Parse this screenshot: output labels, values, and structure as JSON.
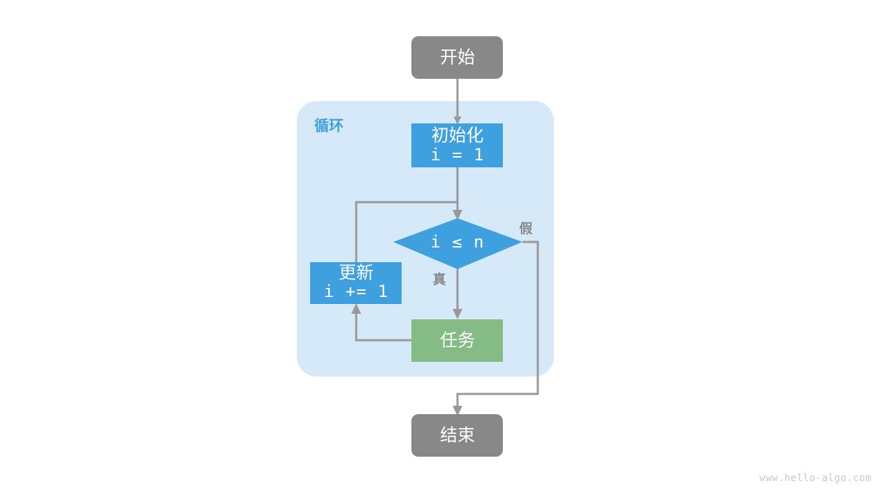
{
  "diagram": {
    "type": "flowchart",
    "title_watermark": "www.hello-algo.com",
    "group": {
      "label": "循环",
      "fill": "#D6E9F8"
    },
    "colors": {
      "terminal": "#888888",
      "process_blue": "#3FA0E0",
      "decision_blue": "#3FA0E0",
      "task_green": "#85BB84",
      "edge": "#999999",
      "group_bg": "#D6E9F8",
      "group_label": "#3FA0E0",
      "edge_label": "#888888",
      "watermark": "#c8c8c8",
      "node_text": "#ffffff"
    },
    "nodes": {
      "start": {
        "label": "开始",
        "shape": "rounded-rect",
        "fill": "#888888"
      },
      "init": {
        "line1": "初始化",
        "line2": "i = 1",
        "shape": "rect",
        "fill": "#3FA0E0"
      },
      "decision": {
        "label": "i ≤ n",
        "shape": "diamond",
        "fill": "#3FA0E0"
      },
      "update": {
        "line1": "更新",
        "line2": "i += 1",
        "shape": "rect",
        "fill": "#3FA0E0"
      },
      "task": {
        "label": "任务",
        "shape": "rect",
        "fill": "#85BB84"
      },
      "end": {
        "label": "结束",
        "shape": "rounded-rect",
        "fill": "#888888"
      }
    },
    "edge_labels": {
      "true_branch": "真",
      "false_branch": "假"
    }
  }
}
